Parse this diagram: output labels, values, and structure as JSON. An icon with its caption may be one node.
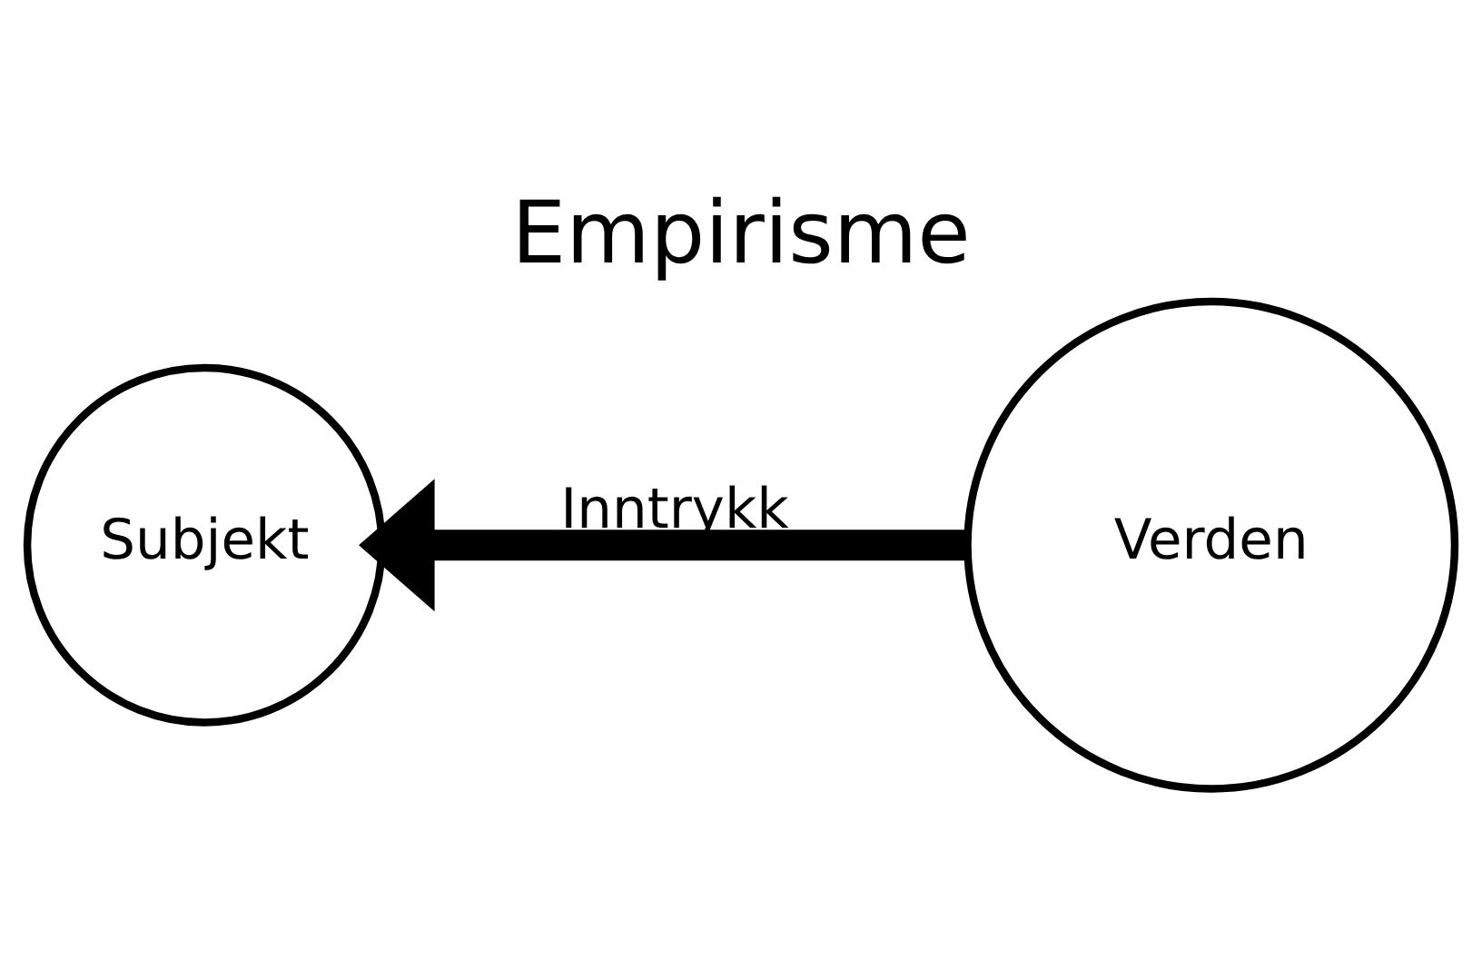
{
  "diagram": {
    "title": "Empirisme",
    "nodes": [
      {
        "text": [
          "Subjekt"
        ]
      },
      {
        "text": [
          "Verden"
        ]
      }
    ],
    "edges": [
      {
        "from": 1,
        "to": 0,
        "arrow": "to",
        "label": "Inntrykk"
      }
    ]
  }
}
